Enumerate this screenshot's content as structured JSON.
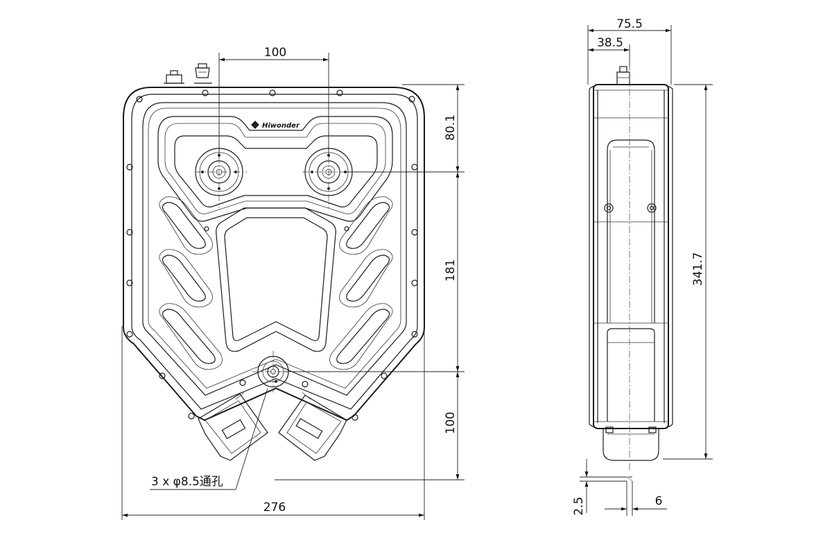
{
  "front_view": {
    "brand": "Hiwonder",
    "dims": {
      "top_spacing": "100",
      "top_height": "80.1",
      "middle_height": "181",
      "bottom_height": "100",
      "total_width": "276",
      "hole_note": "3 x φ8.5通孔"
    }
  },
  "side_view": {
    "dims": {
      "depth": "75.5",
      "depth_half": "38.5",
      "height": "341.7",
      "detail_small": "2.5",
      "detail_width": "6"
    }
  }
}
